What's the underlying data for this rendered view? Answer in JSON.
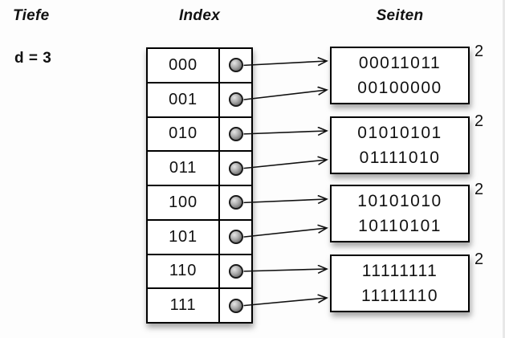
{
  "labels": {
    "depth_title": "Tiefe",
    "depth_value": "d = 3",
    "index_title": "Index",
    "pages_title": "Seiten"
  },
  "index": {
    "rows": [
      {
        "label": "000",
        "points_to_page": 0
      },
      {
        "label": "001",
        "points_to_page": 0
      },
      {
        "label": "010",
        "points_to_page": 1
      },
      {
        "label": "011",
        "points_to_page": 1
      },
      {
        "label": "100",
        "points_to_page": 2
      },
      {
        "label": "101",
        "points_to_page": 2
      },
      {
        "label": "110",
        "points_to_page": 3
      },
      {
        "label": "111",
        "points_to_page": 3
      }
    ]
  },
  "pages": [
    {
      "values": [
        "00011011",
        "00100000"
      ],
      "local_depth": "2"
    },
    {
      "values": [
        "01010101",
        "01111010"
      ],
      "local_depth": "2"
    },
    {
      "values": [
        "10101010",
        "10110101"
      ],
      "local_depth": "2"
    },
    {
      "values": [
        "11111111",
        "11111110"
      ],
      "local_depth": "2"
    }
  ],
  "colors": {
    "stroke": "#111111",
    "background": "#fdfdfd",
    "edge_strip": "#e8e8e8"
  }
}
